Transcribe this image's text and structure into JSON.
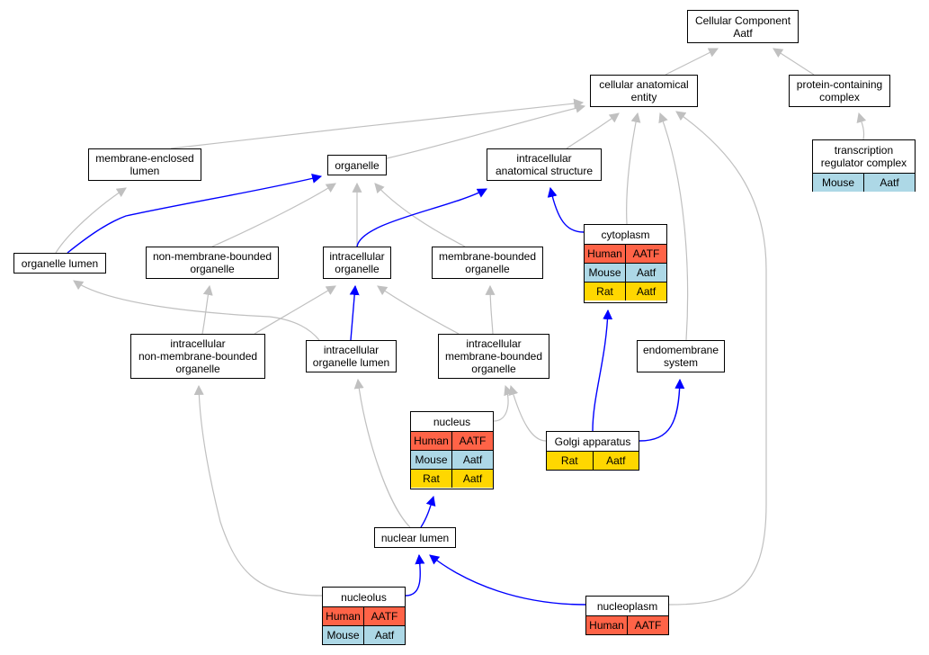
{
  "colors": {
    "human": "#ff6347",
    "mouse": "#add8e6",
    "rat": "#ffd700",
    "is_a_edge": "#c0c0c0",
    "part_of_edge": "#0000ff"
  },
  "nodes": {
    "cellular_component": {
      "label": "Cellular Component\nAatf"
    },
    "cellular_anatomical_entity": {
      "label": "cellular anatomical\nentity"
    },
    "protein_containing_complex": {
      "label": "protein-containing\ncomplex"
    },
    "transcription_regulator_complex": {
      "label": "transcription\nregulator complex",
      "annotations": [
        {
          "species": "Mouse",
          "gene": "Aatf"
        }
      ]
    },
    "membrane_enclosed_lumen": {
      "label": "membrane-enclosed\nlumen"
    },
    "organelle": {
      "label": "organelle"
    },
    "intracellular_anatomical_structure": {
      "label": "intracellular\nanatomical structure"
    },
    "cytoplasm": {
      "label": "cytoplasm",
      "annotations": [
        {
          "species": "Human",
          "gene": "AATF"
        },
        {
          "species": "Mouse",
          "gene": "Aatf"
        },
        {
          "species": "Rat",
          "gene": "Aatf"
        }
      ]
    },
    "organelle_lumen": {
      "label": "organelle lumen"
    },
    "non_membrane_bounded_organelle": {
      "label": "non-membrane-bounded\norganelle"
    },
    "intracellular_organelle": {
      "label": "intracellular\norganelle"
    },
    "membrane_bounded_organelle": {
      "label": "membrane-bounded\norganelle"
    },
    "intracellular_non_membrane_bounded_organelle": {
      "label": "intracellular\nnon-membrane-bounded\norganelle"
    },
    "intracellular_organelle_lumen": {
      "label": "intracellular\norganelle lumen"
    },
    "intracellular_membrane_bounded_organelle": {
      "label": "intracellular\nmembrane-bounded\norganelle"
    },
    "endomembrane_system": {
      "label": "endomembrane\nsystem"
    },
    "nucleus": {
      "label": "nucleus",
      "annotations": [
        {
          "species": "Human",
          "gene": "AATF"
        },
        {
          "species": "Mouse",
          "gene": "Aatf"
        },
        {
          "species": "Rat",
          "gene": "Aatf"
        }
      ]
    },
    "golgi_apparatus": {
      "label": "Golgi apparatus",
      "annotations": [
        {
          "species": "Rat",
          "gene": "Aatf"
        }
      ]
    },
    "nuclear_lumen": {
      "label": "nuclear lumen"
    },
    "nucleolus": {
      "label": "nucleolus",
      "annotations": [
        {
          "species": "Human",
          "gene": "AATF"
        },
        {
          "species": "Mouse",
          "gene": "Aatf"
        }
      ]
    },
    "nucleoplasm": {
      "label": "nucleoplasm",
      "annotations": [
        {
          "species": "Human",
          "gene": "AATF"
        }
      ]
    }
  },
  "edges": [
    {
      "from": "cellular_anatomical_entity",
      "to": "cellular_component",
      "type": "is_a"
    },
    {
      "from": "protein_containing_complex",
      "to": "cellular_component",
      "type": "is_a"
    },
    {
      "from": "transcription_regulator_complex",
      "to": "protein_containing_complex",
      "type": "is_a"
    },
    {
      "from": "membrane_enclosed_lumen",
      "to": "cellular_anatomical_entity",
      "type": "is_a"
    },
    {
      "from": "organelle",
      "to": "cellular_anatomical_entity",
      "type": "is_a"
    },
    {
      "from": "intracellular_anatomical_structure",
      "to": "cellular_anatomical_entity",
      "type": "is_a"
    },
    {
      "from": "cytoplasm",
      "to": "cellular_anatomical_entity",
      "type": "is_a"
    },
    {
      "from": "endomembrane_system",
      "to": "cellular_anatomical_entity",
      "type": "is_a"
    },
    {
      "from": "nucleoplasm",
      "to": "cellular_anatomical_entity",
      "type": "is_a"
    },
    {
      "from": "organelle_lumen",
      "to": "membrane_enclosed_lumen",
      "type": "is_a"
    },
    {
      "from": "organelle_lumen",
      "to": "organelle",
      "type": "part_of"
    },
    {
      "from": "non_membrane_bounded_organelle",
      "to": "organelle",
      "type": "is_a"
    },
    {
      "from": "intracellular_organelle",
      "to": "organelle",
      "type": "is_a"
    },
    {
      "from": "membrane_bounded_organelle",
      "to": "organelle",
      "type": "is_a"
    },
    {
      "from": "intracellular_organelle",
      "to": "intracellular_anatomical_structure",
      "type": "part_of"
    },
    {
      "from": "cytoplasm",
      "to": "intracellular_anatomical_structure",
      "type": "part_of"
    },
    {
      "from": "intracellular_non_membrane_bounded_organelle",
      "to": "non_membrane_bounded_organelle",
      "type": "is_a"
    },
    {
      "from": "intracellular_non_membrane_bounded_organelle",
      "to": "intracellular_organelle",
      "type": "is_a"
    },
    {
      "from": "intracellular_organelle_lumen",
      "to": "organelle_lumen",
      "type": "is_a"
    },
    {
      "from": "intracellular_organelle_lumen",
      "to": "intracellular_organelle",
      "type": "part_of"
    },
    {
      "from": "intracellular_membrane_bounded_organelle",
      "to": "intracellular_organelle",
      "type": "is_a"
    },
    {
      "from": "intracellular_membrane_bounded_organelle",
      "to": "membrane_bounded_organelle",
      "type": "is_a"
    },
    {
      "from": "golgi_apparatus",
      "to": "cytoplasm",
      "type": "part_of"
    },
    {
      "from": "golgi_apparatus",
      "to": "endomembrane_system",
      "type": "part_of"
    },
    {
      "from": "nucleus",
      "to": "intracellular_membrane_bounded_organelle",
      "type": "is_a"
    },
    {
      "from": "golgi_apparatus",
      "to": "intracellular_membrane_bounded_organelle",
      "type": "is_a"
    },
    {
      "from": "nuclear_lumen",
      "to": "intracellular_organelle_lumen",
      "type": "is_a"
    },
    {
      "from": "nuclear_lumen",
      "to": "nucleus",
      "type": "part_of"
    },
    {
      "from": "nucleolus",
      "to": "intracellular_non_membrane_bounded_organelle",
      "type": "is_a"
    },
    {
      "from": "nucleolus",
      "to": "nuclear_lumen",
      "type": "part_of"
    },
    {
      "from": "nucleoplasm",
      "to": "nuclear_lumen",
      "type": "part_of"
    }
  ]
}
